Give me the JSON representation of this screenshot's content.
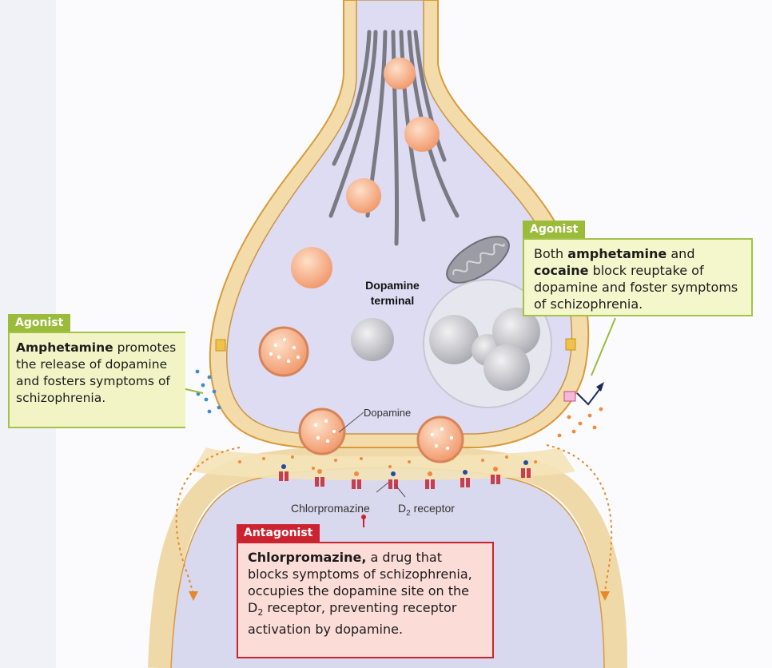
{
  "diagram": {
    "terminal_label_line1": "Dopamine",
    "terminal_label_line2": "terminal",
    "dopamine_label": "Dopamine",
    "chlorpromazine_label": "Chlorpromazine",
    "d2_prefix": "D",
    "d2_sub": "2",
    "d2_suffix": " receptor"
  },
  "callouts": {
    "left": {
      "tag": "Agonist",
      "bold": "Amphetamine",
      "text": " promotes the release of dopamine and fosters symptoms of schizophrenia."
    },
    "right": {
      "tag": "Agonist",
      "pre": "Both ",
      "bold1": "amphetamine",
      "mid": " and ",
      "bold2": "cocaine",
      "text": " block reuptake of dopamine and foster symptoms of schizophrenia."
    },
    "bottom": {
      "tag": "Antagonist",
      "bold": "Chlorpromazine,",
      "text1": " a drug that blocks symptoms of schizophrenia, occupies the dopamine site on the D",
      "sub": "2",
      "text2": " receptor, preventing receptor activation by dopamine."
    }
  },
  "colors": {
    "terminal_fill": "#dcdcf2",
    "membrane": "#f0d9a8",
    "membrane_edge": "#d89a3c",
    "vesicle": "#f7b48c",
    "agonist_tag": "#9bbb3a",
    "agonist_box": "#f2f4c6",
    "antagonist_tag": "#cc2331",
    "antagonist_box": "#fbdcd7"
  }
}
